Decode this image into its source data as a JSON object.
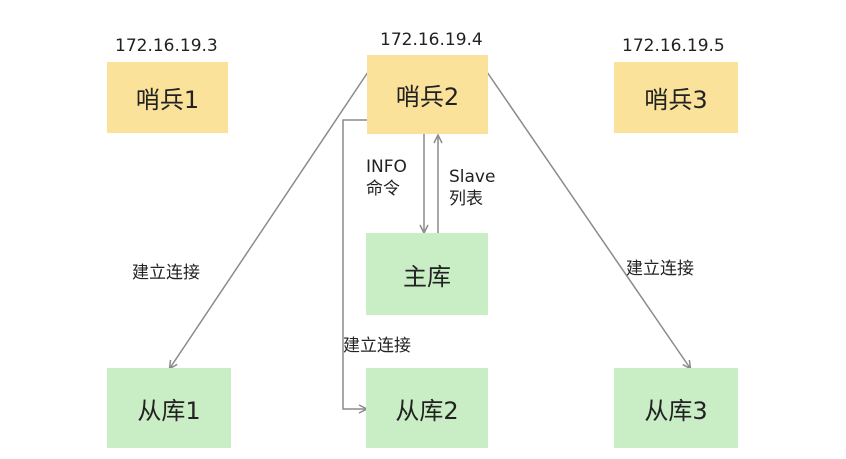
{
  "sentinels": [
    {
      "ip": "172.16.19.3",
      "label": "哨兵1"
    },
    {
      "ip": "172.16.19.4",
      "label": "哨兵2"
    },
    {
      "ip": "172.16.19.5",
      "label": "哨兵3"
    }
  ],
  "master": {
    "label": "主库"
  },
  "replicas": [
    {
      "label": "从库1"
    },
    {
      "label": "从库2"
    },
    {
      "label": "从库3"
    }
  ],
  "edges": {
    "info_cmd_line1": "INFO",
    "info_cmd_line2": "命令",
    "slave_list_line1": "Slave",
    "slave_list_line2": "列表",
    "connect_left": "建立连接",
    "connect_mid": "建立连接",
    "connect_right": "建立连接"
  },
  "colors": {
    "sentinel": "#fbe29a",
    "database": "#c9edc4",
    "arrow": "#8a8a8a"
  }
}
